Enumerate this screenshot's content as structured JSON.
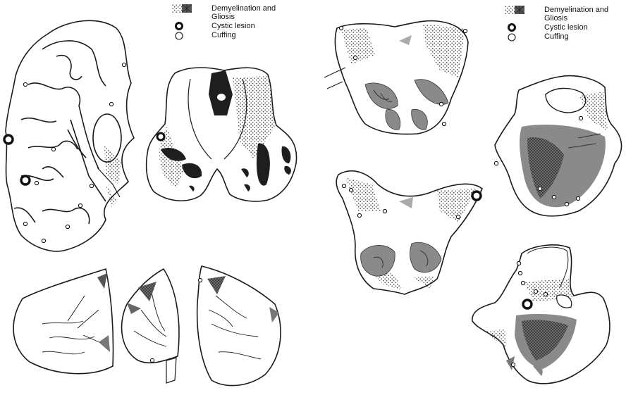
{
  "legends": [
    {
      "items": [
        {
          "symbol": "demyelination-gliosis-swatch",
          "label": "Demyelination and",
          "label_cont": "Gliosis"
        },
        {
          "symbol": "cystic-lesion-symbol",
          "label": "Cystic lesion"
        },
        {
          "symbol": "cuffing-symbol",
          "label": "Cuffing"
        }
      ]
    },
    {
      "items": [
        {
          "symbol": "demyelination-gliosis-swatch",
          "label": "Demyelination and",
          "label_cont": "Gliosis"
        },
        {
          "symbol": "cystic-lesion-symbol",
          "label": "Cystic lesion"
        },
        {
          "symbol": "cuffing-symbol",
          "label": "Cuffing"
        }
      ]
    }
  ],
  "colors": {
    "outline": "#1a1a1a",
    "lesion_dark": "#1e1e1e",
    "lesion_gray": "#8a8a8a",
    "stipple": "#444444"
  }
}
